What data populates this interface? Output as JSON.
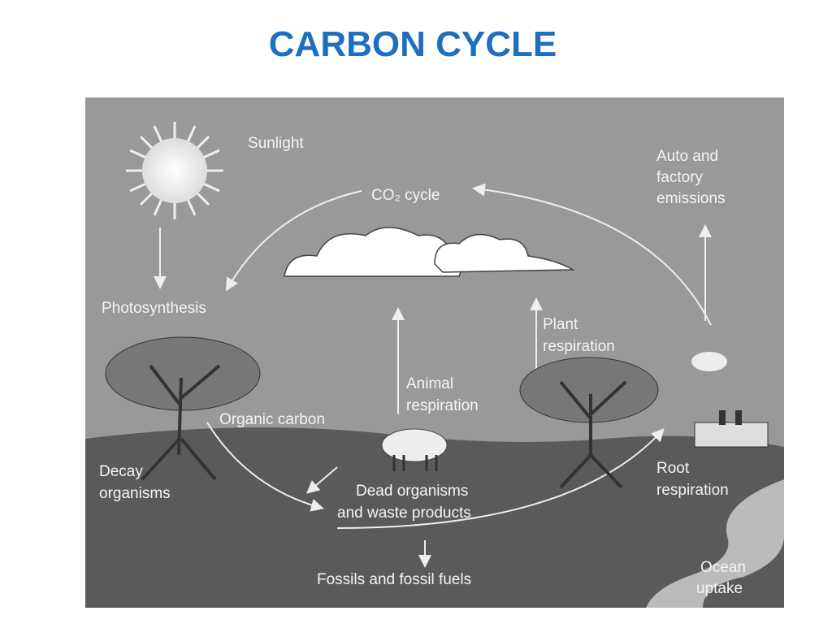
{
  "title": "CARBON CYCLE",
  "diagram": {
    "labels": {
      "sunlight": "Sunlight",
      "co2_cycle": "CO₂ cycle",
      "auto_line1": "Auto and",
      "auto_line2": "factory",
      "auto_line3": "emissions",
      "photosynthesis": "Photosynthesis",
      "plant_resp_line1": "Plant",
      "plant_resp_line2": "respiration",
      "animal_resp_line1": "Animal",
      "animal_resp_line2": "respiration",
      "organic_carbon": "Organic carbon",
      "decay_line1": "Decay",
      "decay_line2": "organisms",
      "dead_line1": "Dead organisms",
      "dead_line2": "and waste products",
      "root_line1": "Root",
      "root_line2": "respiration",
      "fossils": "Fossils and fossil fuels",
      "ocean_line1": "Ocean",
      "ocean_line2": "uptake"
    }
  }
}
